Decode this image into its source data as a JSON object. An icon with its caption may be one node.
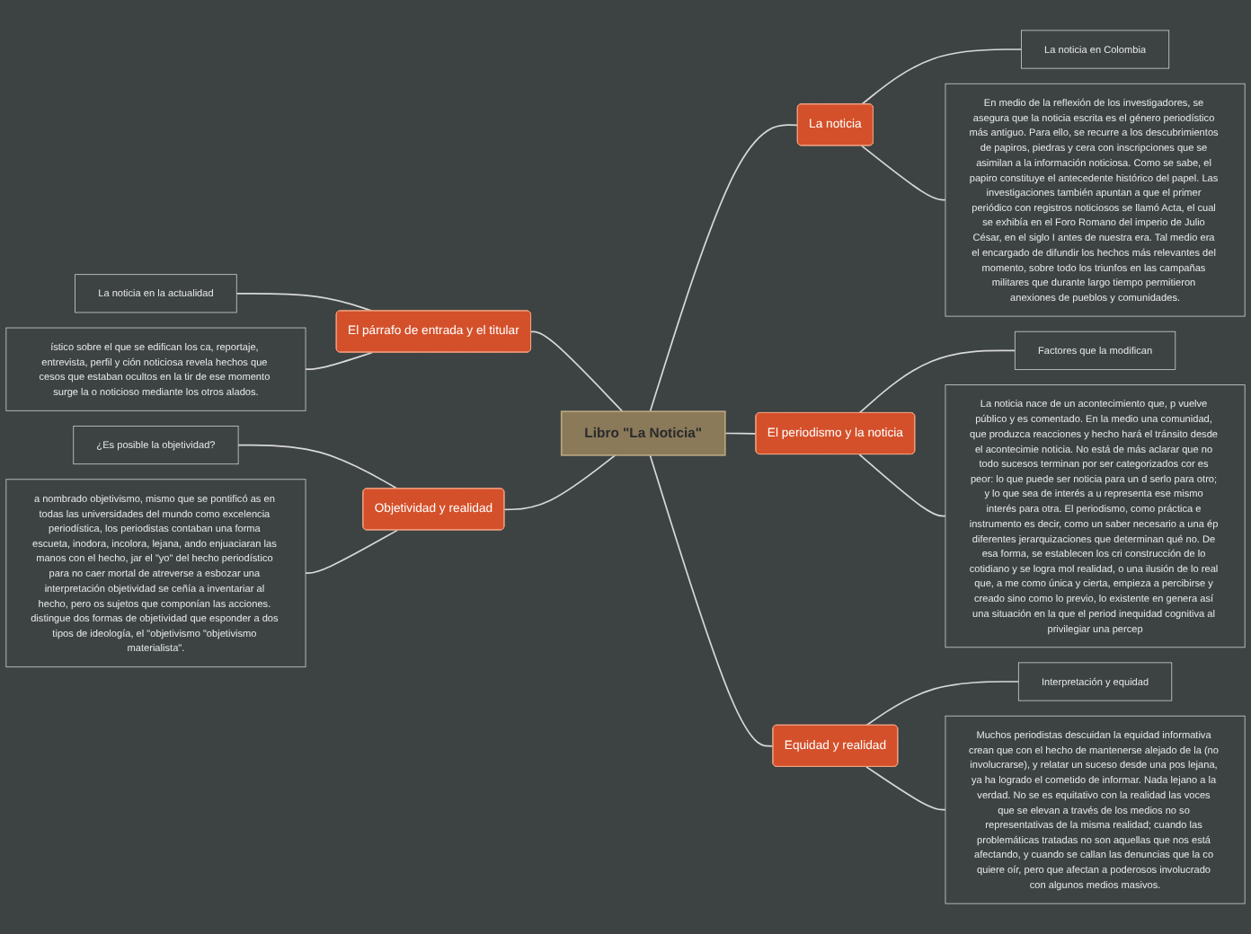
{
  "diagram": {
    "nodes": [
      {
        "text": [
          "Libro \"La Noticia\""
        ]
      },
      {
        "text": [
          "La noticia"
        ]
      },
      {
        "text": [
          "La noticia en Colombia"
        ]
      },
      {
        "text": [
          "En medio de la reflexión de los investigadores, se asegura que la noticia escrita es el género periodístico más antiguo. Para ello, se recurre a los descubrimientos de papiros, piedras y cera con inscripciones que se asimilan a la información noticiosa. Como se sabe, el papiro constituye el antecedente histórico del papel. Las investigaciones también apuntan a que el primer periódico con registros noticiosos se llamó Acta, el cual se exhibía en el Foro Romano del imperio de Julio César, en el siglo I antes de nuestra era. Tal medio era el encargado de difundir los hechos más relevantes del momento, sobre todo los triunfos en las campañas militares que durante largo tiempo permitieron anexiones de pueblos y comunidades."
        ]
      },
      {
        "text": [
          "El periodismo y la noticia"
        ]
      },
      {
        "text": [
          "Factores que la modifican"
        ]
      },
      {
        "text": [
          "La noticia nace de un acontecimiento que, p vuelve público y es comentado. En la medio una comunidad, que produzca reacciones y hecho hará el tránsito desde el acontecimie noticia. No está de más aclarar que no todo sucesos terminan por ser categorizados cor es peor: lo que puede ser noticia para un d serlo para otro; y lo que sea de interés a u representa ese mismo interés para otra. El periodismo, como práctica e instrumento es decir, como un saber necesario a una ép diferentes jerarquizaciones que determinan qué no. De esa forma, se establecen los cri construcción de lo cotidiano y se logra mol realidad, o una ilusión de lo real que, a me como única y cierta, empieza a percibirse y creado sino como lo previo, lo existente en genera así una situación en la que el period inequidad cognitiva al privilegiar una percep"
        ]
      },
      {
        "text": [
          "Equidad y realidad"
        ]
      },
      {
        "text": [
          "Interpretación y equidad"
        ]
      },
      {
        "text": [
          "Muchos periodistas descuidan la equidad informativa crean que con el hecho de mantenerse alejado de la (no involucrarse), y relatar un suceso desde una pos lejana, ya ha logrado el cometido de informar. Nada lejano a la verdad. No se es equitativo con la realidad las voces que se elevan a través de los medios no so representativas de la misma realidad; cuando las problemáticas tratadas no son aquellas que nos está afectando, y cuando se callan las denuncias que la co quiere oír, pero que afectan a poderosos involucrado con algunos medios masivos."
        ]
      },
      {
        "text": [
          "El párrafo de entrada y el titular"
        ]
      },
      {
        "text": [
          "La noticia en la actualidad"
        ]
      },
      {
        "text": [
          "ístico sobre el que se edifican los ca, reportaje, entrevista, perfil y ción noticiosa revela hechos que cesos que estaban ocultos en la tir de ese momento surge la o noticioso mediante los otros alados."
        ]
      },
      {
        "text": [
          "Objetividad y realidad"
        ]
      },
      {
        "text": [
          "¿Es posible la objetividad?"
        ]
      },
      {
        "text": [
          "a nombrado objetivismo, mismo que se pontificó as en todas las universidades del mundo como excelencia periodística, los periodistas contaban una forma escueta, inodora, incolora, lejana, ando enjuaciaran las manos con el hecho, jar el \"yo\" del hecho periodístico para no caer mortal de atreverse a esbozar una interpretación objetividad se ceñía a inventariar al hecho, pero os sujetos que componían las acciones. distingue dos formas de objetividad que esponder a dos tipos de ideología, el \"objetivismo \"objetivismo materialista\"."
        ]
      }
    ],
    "edges": [
      {
        "from": 0,
        "to": 1,
        "arrow": "none"
      },
      {
        "from": 1,
        "to": 2,
        "arrow": "none"
      },
      {
        "from": 1,
        "to": 3,
        "arrow": "none"
      },
      {
        "from": 0,
        "to": 4,
        "arrow": "none"
      },
      {
        "from": 4,
        "to": 5,
        "arrow": "none"
      },
      {
        "from": 4,
        "to": 6,
        "arrow": "none"
      },
      {
        "from": 0,
        "to": 7,
        "arrow": "none"
      },
      {
        "from": 7,
        "to": 8,
        "arrow": "none"
      },
      {
        "from": 7,
        "to": 9,
        "arrow": "none"
      },
      {
        "from": 10,
        "to": 0,
        "arrow": "none"
      },
      {
        "from": 11,
        "to": 10,
        "arrow": "none"
      },
      {
        "from": 12,
        "to": 10,
        "arrow": "none"
      },
      {
        "from": 13,
        "to": 0,
        "arrow": "none"
      },
      {
        "from": 14,
        "to": 13,
        "arrow": "none"
      },
      {
        "from": 15,
        "to": 13,
        "arrow": "none"
      }
    ]
  }
}
